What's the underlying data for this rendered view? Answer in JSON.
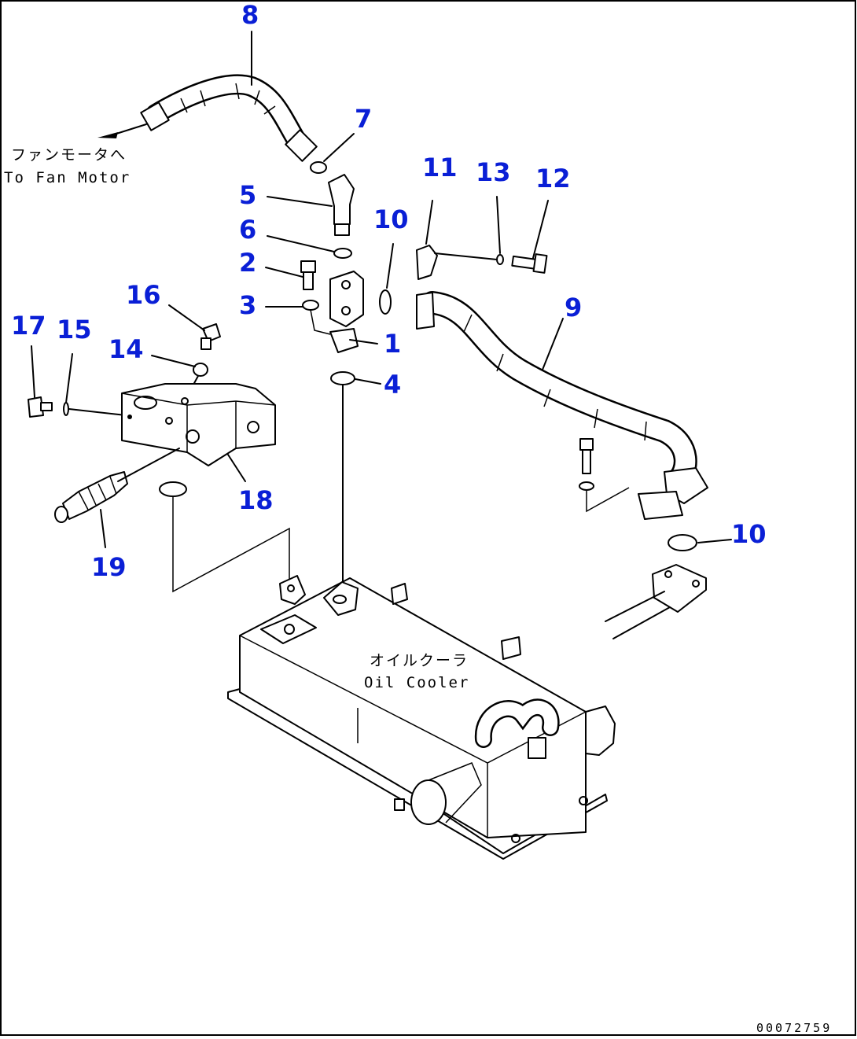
{
  "callouts": {
    "c8": "8",
    "c7": "7",
    "c5": "5",
    "c6": "6",
    "c2": "2",
    "c3": "3",
    "c1": "1",
    "c4": "4",
    "c10a": "10",
    "c11": "11",
    "c13": "13",
    "c12": "12",
    "c9": "9",
    "c16": "16",
    "c17": "17",
    "c15": "15",
    "c14": "14",
    "c18": "18",
    "c19": "19",
    "c10b": "10"
  },
  "labels": {
    "fan_motor_jp": "ファンモータへ",
    "fan_motor_en": "To Fan Motor",
    "oil_cooler_jp": "オイルクーラ",
    "oil_cooler_en": "Oil Cooler"
  },
  "drawing_number": "00072759",
  "colors": {
    "callout": "#0a1fd6",
    "line": "#000000",
    "background": "#ffffff"
  }
}
